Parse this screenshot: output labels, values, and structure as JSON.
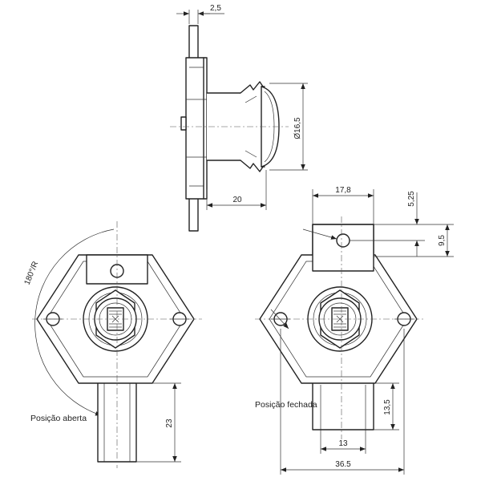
{
  "dimensions": {
    "flange_thickness": "2,5",
    "cylinder_diameter": "Ø16,5",
    "cylinder_length": "20",
    "cam_width": "17,8",
    "hole_to_top": "5,25",
    "hole_spacing": "9,5",
    "cam_extension_closed": "13,5",
    "cam_width_bottom": "13",
    "overall_width": "36.5",
    "cam_extension_open": "23",
    "rotation": "180°/R"
  },
  "labels": {
    "open_position": "Posição aberta",
    "closed_position": "Posição fechada"
  }
}
